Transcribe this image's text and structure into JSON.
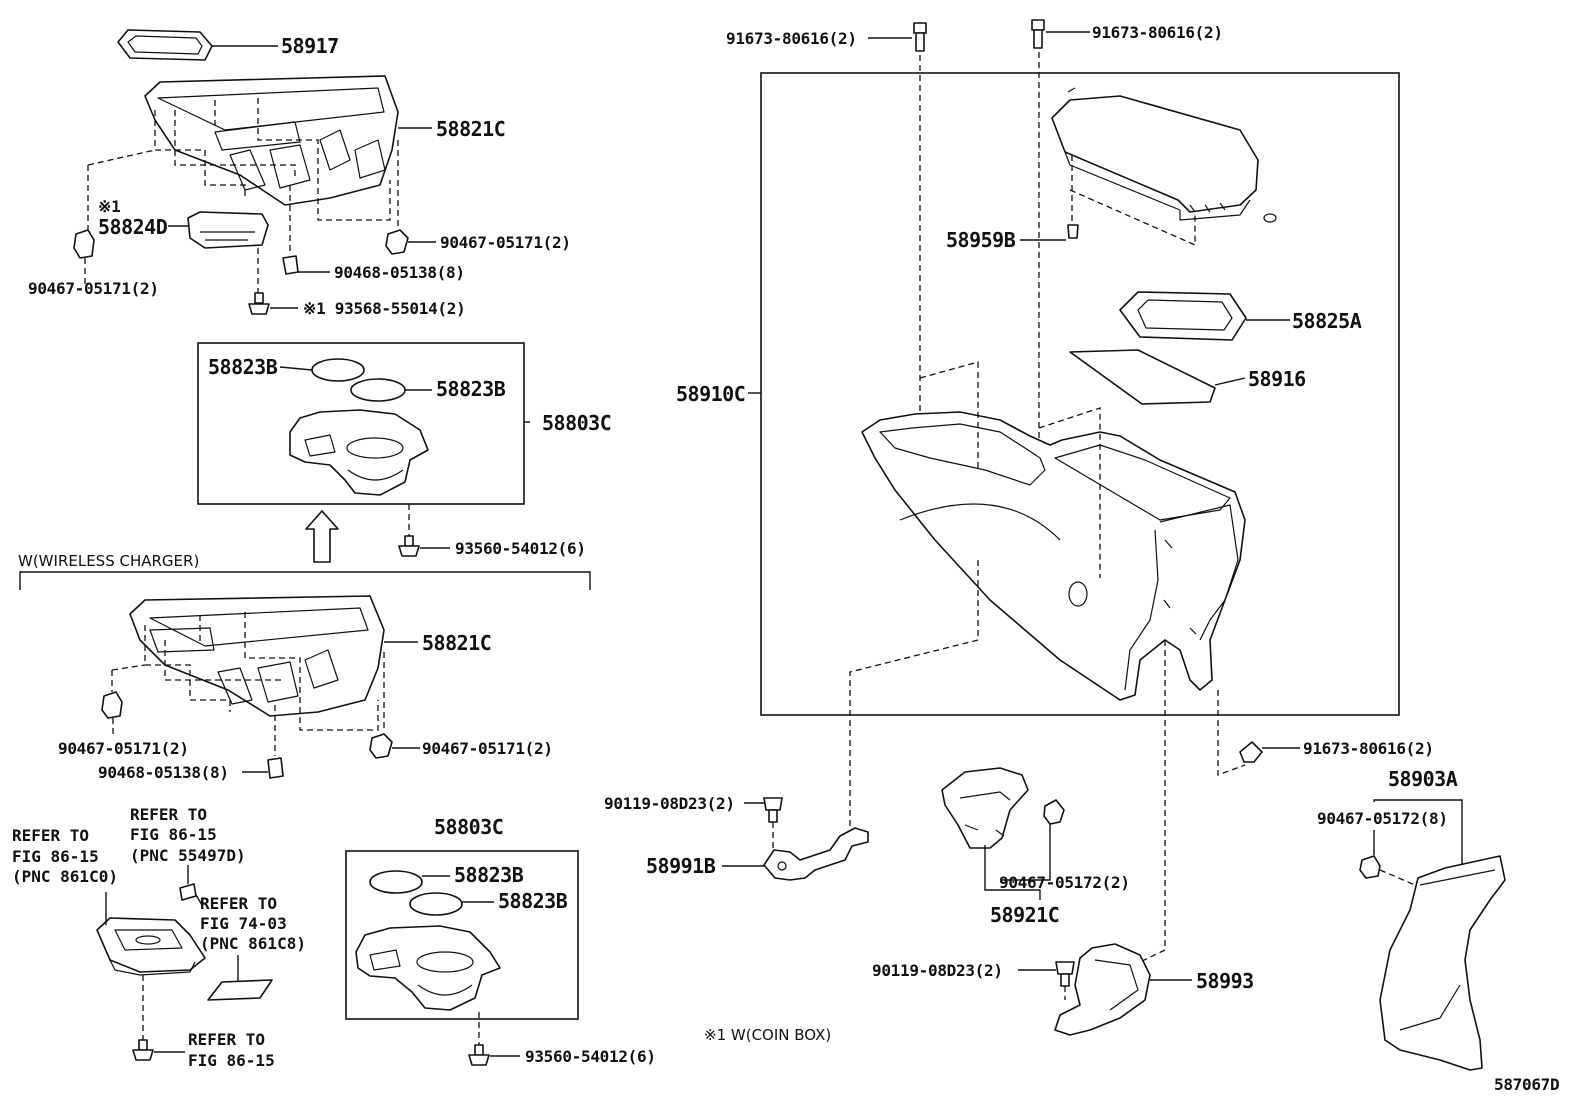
{
  "parts": {
    "p58917": "58917",
    "p58821C_top": "58821C",
    "coin_mark": "※1",
    "p58824D": "58824D",
    "p90467_05171_left_top": "90467-05171(2)",
    "p90467_05171_right_top": "90467-05171(2)",
    "p90468_05138_top": "90468-05138(8)",
    "p93568_55014": "※1 93568-55014(2)",
    "p58823B_a": "58823B",
    "p58823B_b": "58823B",
    "p58803C_top": "58803C",
    "p93560_54012_top": "93560-54012(6)",
    "wireless_label": "W(WIRELESS CHARGER)",
    "p58821C_bottom": "58821C",
    "p90467_05171_left_bot": "90467-05171(2)",
    "p90467_05171_right_bot": "90467-05171(2)",
    "p90468_05138_bot": "90468-05138(8)",
    "ref_left": [
      "REFER TO",
      "FIG 86-15",
      "(PNC 861C0)"
    ],
    "ref_mid": [
      "REFER TO",
      "FIG 86-15",
      "(PNC 55497D)"
    ],
    "ref_7403": [
      "REFER TO",
      "FIG 74-03",
      "(PNC 861C8)"
    ],
    "ref_bottom": [
      "REFER TO",
      "FIG 86-15"
    ],
    "p58803C_bot": "58803C",
    "p58823B_c": "58823B",
    "p58823B_d": "58823B",
    "p93560_54012_bot": "93560-54012(6)",
    "coin_box_note": "※1 W(COIN BOX)",
    "p91673_80616_a": "91673-80616(2)",
    "p91673_80616_b": "91673-80616(2)",
    "p91673_80616_c": "91673-80616(2)",
    "p58959B": "58959B",
    "p58825A": "58825A",
    "p58916": "58916",
    "p58910C": "58910C",
    "p90119_08D23_a": "90119-08D23(2)",
    "p58991B": "58991B",
    "p90119_08D23_b": "90119-08D23(2)",
    "p58993": "58993",
    "p90467_05172_mid": "90467-05172(2)",
    "p58921C": "58921C",
    "p58903A": "58903A",
    "p90467_05172_right": "90467-05172(8)",
    "figure_id": "587067D"
  }
}
